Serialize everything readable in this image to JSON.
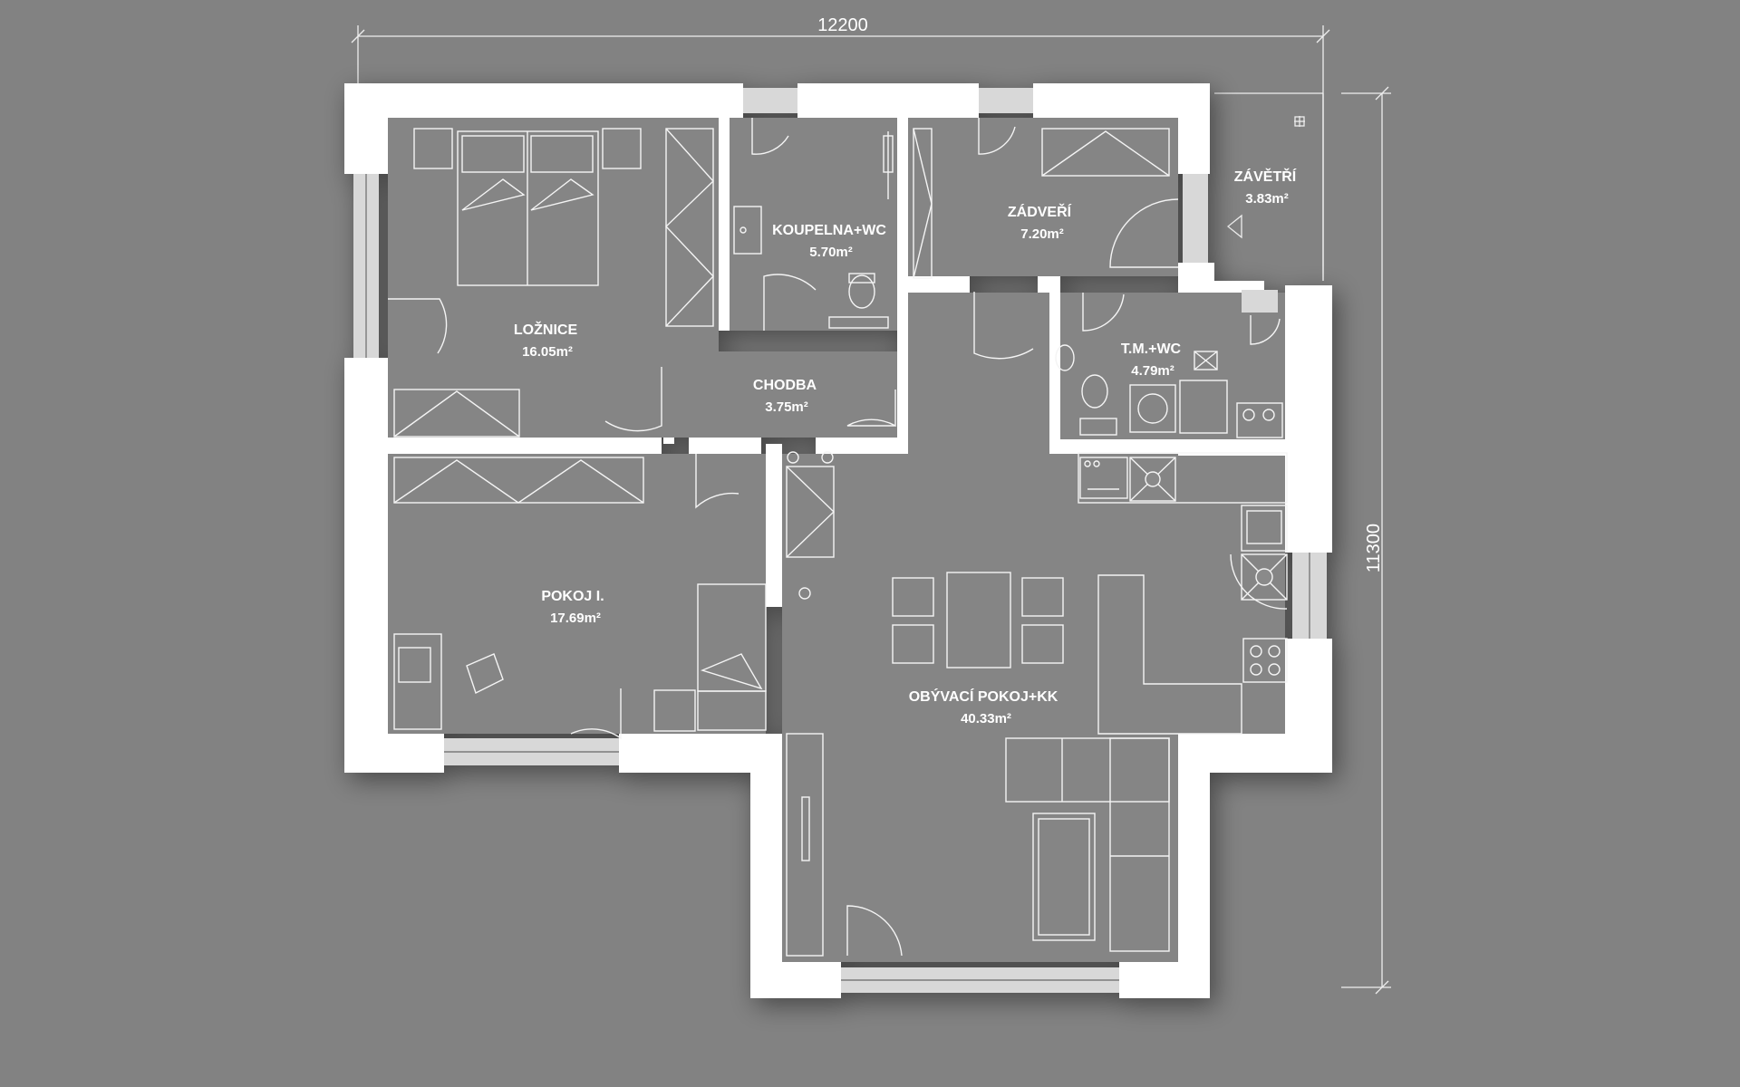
{
  "dimensions": {
    "width_label": "12200",
    "height_label": "11300"
  },
  "rooms": [
    {
      "id": "loznice",
      "name": "LOŽNICE",
      "area": "16.05m²"
    },
    {
      "id": "koupelna",
      "name": "KOUPELNA+WC",
      "area": "5.70m²"
    },
    {
      "id": "zadveri",
      "name": "ZÁDVEŘÍ",
      "area": "7.20m²"
    },
    {
      "id": "zavetri",
      "name": "ZÁVĚTŘÍ",
      "area": "3.83m²"
    },
    {
      "id": "chodba",
      "name": "CHODBA",
      "area": "3.75m²"
    },
    {
      "id": "tmwc",
      "name": "T.M.+WC",
      "area": "4.79m²"
    },
    {
      "id": "pokoj",
      "name": "POKOJ I.",
      "area": "17.69m²"
    },
    {
      "id": "obyvaci",
      "name": "OBÝVACÍ POKOJ+KK",
      "area": "40.33m²"
    }
  ]
}
